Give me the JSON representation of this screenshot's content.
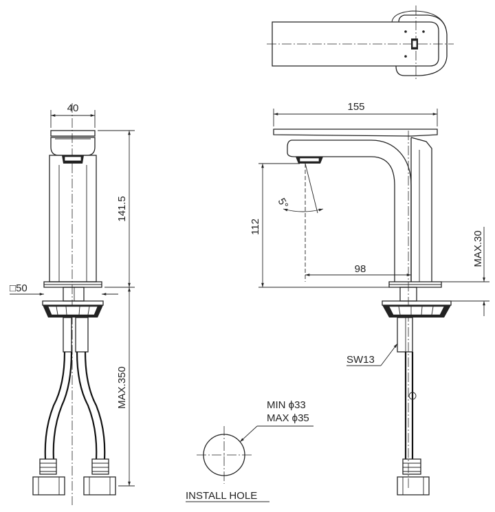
{
  "dimensions": {
    "width_40": "40",
    "height_141_5": "141.5",
    "base_50": "□50",
    "max_350": "MAX.350",
    "length_155": "155",
    "height_112": "112",
    "reach_98": "98",
    "angle_5": "5°",
    "max_30": "MAX.30",
    "sw13": "SW13"
  },
  "install_hole": {
    "min": "MIN ϕ33",
    "max": "MAX ϕ35",
    "title": "INSTALL HOLE"
  }
}
